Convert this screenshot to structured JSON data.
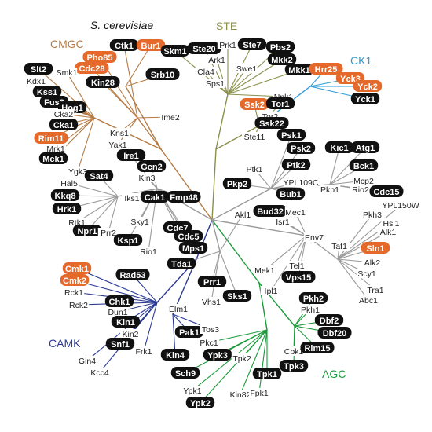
{
  "title": "S. cerevisiae",
  "groups": [
    {
      "name": "CMGC",
      "color": "#b57a43"
    },
    {
      "name": "STE",
      "color": "#8a8f4c"
    },
    {
      "name": "CK1",
      "color": "#2f9bd6"
    },
    {
      "name": "CAMK",
      "color": "#2b3a93"
    },
    {
      "name": "AGC",
      "color": "#1b9a3a"
    }
  ],
  "colors": {
    "gray": "#9a9a9a",
    "highlight": "#e4692a",
    "pill": "#111111"
  },
  "kinases": [
    {
      "name": "Ctk1",
      "style": "black"
    },
    {
      "name": "Bur1",
      "style": "orange"
    },
    {
      "name": "Pho85",
      "style": "orange"
    },
    {
      "name": "Cdc28",
      "style": "orange"
    },
    {
      "name": "Slt2",
      "style": "black"
    },
    {
      "name": "Smk1",
      "style": "plain"
    },
    {
      "name": "Kdx1",
      "style": "plain"
    },
    {
      "name": "Kin28",
      "style": "black"
    },
    {
      "name": "Srb10",
      "style": "black"
    },
    {
      "name": "Kss1",
      "style": "black"
    },
    {
      "name": "Fus3",
      "style": "black"
    },
    {
      "name": "Hog1",
      "style": "black"
    },
    {
      "name": "Ime2",
      "style": "plain"
    },
    {
      "name": "Cka2",
      "style": "plain"
    },
    {
      "name": "Cka1",
      "style": "black"
    },
    {
      "name": "Rim11",
      "style": "orange"
    },
    {
      "name": "Mrk1",
      "style": "plain"
    },
    {
      "name": "Mck1",
      "style": "black"
    },
    {
      "name": "Ygk3",
      "style": "plain"
    },
    {
      "name": "Kns1",
      "style": "plain"
    },
    {
      "name": "Yak1",
      "style": "plain"
    },
    {
      "name": "Skm1",
      "style": "black"
    },
    {
      "name": "Ste20",
      "style": "black"
    },
    {
      "name": "Prk1",
      "style": "plain"
    },
    {
      "name": "Ark1",
      "style": "plain"
    },
    {
      "name": "Cla4",
      "style": "plain"
    },
    {
      "name": "Sps1",
      "style": "plain"
    },
    {
      "name": "Ste7",
      "style": "black"
    },
    {
      "name": "Pbs2",
      "style": "black"
    },
    {
      "name": "Mkk2",
      "style": "black"
    },
    {
      "name": "Swe1",
      "style": "plain"
    },
    {
      "name": "Mkk1",
      "style": "black"
    },
    {
      "name": "Hrr25",
      "style": "orange"
    },
    {
      "name": "Yck3",
      "style": "orange"
    },
    {
      "name": "Yck2",
      "style": "orange"
    },
    {
      "name": "Yck1",
      "style": "black"
    },
    {
      "name": "Nnk1",
      "style": "plain"
    },
    {
      "name": "Tor1",
      "style": "black"
    },
    {
      "name": "Ssk2",
      "style": "orange"
    },
    {
      "name": "Tor2",
      "style": "plain"
    },
    {
      "name": "Ssk22",
      "style": "black"
    },
    {
      "name": "Ste11",
      "style": "plain"
    },
    {
      "name": "Psk1",
      "style": "black"
    },
    {
      "name": "Psk2",
      "style": "black"
    },
    {
      "name": "Ptk1",
      "style": "plain"
    },
    {
      "name": "Ptk2",
      "style": "black"
    },
    {
      "name": "Kic1",
      "style": "black"
    },
    {
      "name": "Atg1",
      "style": "black"
    },
    {
      "name": "Bck1",
      "style": "black"
    },
    {
      "name": "Mcp2",
      "style": "plain"
    },
    {
      "name": "Pkp1",
      "style": "plain"
    },
    {
      "name": "Rio2",
      "style": "plain"
    },
    {
      "name": "Cdc15",
      "style": "black"
    },
    {
      "name": "YPL150W",
      "style": "plain"
    },
    {
      "name": "YPL109C",
      "style": "plain"
    },
    {
      "name": "Bub1",
      "style": "black"
    },
    {
      "name": "Pkp2",
      "style": "black"
    },
    {
      "name": "Ire1",
      "style": "black"
    },
    {
      "name": "Gcn2",
      "style": "black"
    },
    {
      "name": "Kin3",
      "style": "plain"
    },
    {
      "name": "Sat4",
      "style": "black"
    },
    {
      "name": "Hal5",
      "style": "plain"
    },
    {
      "name": "Kkq8",
      "style": "black"
    },
    {
      "name": "Hrk1",
      "style": "black"
    },
    {
      "name": "Rtk1",
      "style": "plain"
    },
    {
      "name": "Npr1",
      "style": "black"
    },
    {
      "name": "Prr2",
      "style": "plain"
    },
    {
      "name": "Iks1",
      "style": "plain"
    },
    {
      "name": "Cak1",
      "style": "black"
    },
    {
      "name": "Fmp48",
      "style": "black"
    },
    {
      "name": "Sky1",
      "style": "plain"
    },
    {
      "name": "Ksp1",
      "style": "black"
    },
    {
      "name": "Rio1",
      "style": "plain"
    },
    {
      "name": "Akl1",
      "style": "plain"
    },
    {
      "name": "Bud32",
      "style": "black"
    },
    {
      "name": "Mec1",
      "style": "plain"
    },
    {
      "name": "Isr1",
      "style": "plain"
    },
    {
      "name": "Pkh3",
      "style": "plain"
    },
    {
      "name": "Hsl1",
      "style": "plain"
    },
    {
      "name": "Alk1",
      "style": "plain"
    },
    {
      "name": "Env7",
      "style": "plain"
    },
    {
      "name": "Taf1",
      "style": "plain"
    },
    {
      "name": "Sln1",
      "style": "orange"
    },
    {
      "name": "Alk2",
      "style": "plain"
    },
    {
      "name": "Scy1",
      "style": "plain"
    },
    {
      "name": "Tra1",
      "style": "plain"
    },
    {
      "name": "Abc1",
      "style": "plain"
    },
    {
      "name": "Tel1",
      "style": "plain"
    },
    {
      "name": "Mek1",
      "style": "plain"
    },
    {
      "name": "Vps15",
      "style": "black"
    },
    {
      "name": "Ipl1",
      "style": "plain"
    },
    {
      "name": "Cdc7",
      "style": "black"
    },
    {
      "name": "Cdc5",
      "style": "black"
    },
    {
      "name": "Mps1",
      "style": "black"
    },
    {
      "name": "Tda1",
      "style": "black"
    },
    {
      "name": "Prr1",
      "style": "black"
    },
    {
      "name": "Sks1",
      "style": "black"
    },
    {
      "name": "Vhs1",
      "style": "plain"
    },
    {
      "name": "Cmk1",
      "style": "orange"
    },
    {
      "name": "Cmk2",
      "style": "orange"
    },
    {
      "name": "Rad53",
      "style": "black"
    },
    {
      "name": "Rck1",
      "style": "plain"
    },
    {
      "name": "Rck2",
      "style": "plain"
    },
    {
      "name": "Chk1",
      "style": "black"
    },
    {
      "name": "Dun1",
      "style": "plain"
    },
    {
      "name": "Kin1",
      "style": "black"
    },
    {
      "name": "Kin2",
      "style": "plain"
    },
    {
      "name": "Snf1",
      "style": "black"
    },
    {
      "name": "Elm1",
      "style": "plain"
    },
    {
      "name": "Frk1",
      "style": "plain"
    },
    {
      "name": "Gin4",
      "style": "plain"
    },
    {
      "name": "Kcc4",
      "style": "plain"
    },
    {
      "name": "Kin4",
      "style": "black"
    },
    {
      "name": "Pak1",
      "style": "black"
    },
    {
      "name": "Tos3",
      "style": "plain"
    },
    {
      "name": "Pkc1",
      "style": "plain"
    },
    {
      "name": "Ypk3",
      "style": "black"
    },
    {
      "name": "Sch9",
      "style": "black"
    },
    {
      "name": "Ypk1",
      "style": "plain"
    },
    {
      "name": "Ypk2",
      "style": "black"
    },
    {
      "name": "Kin82",
      "style": "plain"
    },
    {
      "name": "Fpk1",
      "style": "plain"
    },
    {
      "name": "Tpk2",
      "style": "plain"
    },
    {
      "name": "Tpk1",
      "style": "black"
    },
    {
      "name": "Tpk3",
      "style": "black"
    },
    {
      "name": "Cbk1",
      "style": "plain"
    },
    {
      "name": "Rim15",
      "style": "black"
    },
    {
      "name": "Pkh2",
      "style": "black"
    },
    {
      "name": "Pkh1",
      "style": "plain"
    },
    {
      "name": "Dbf2",
      "style": "black"
    },
    {
      "name": "Dbf20",
      "style": "black"
    }
  ]
}
